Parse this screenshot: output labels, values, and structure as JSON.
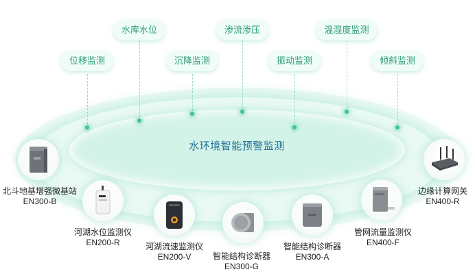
{
  "diagram": {
    "center_title": "水环境智能预警监测",
    "monitoring_tags": [
      {
        "label": "水库水位"
      },
      {
        "label": "渗流渗压"
      },
      {
        "label": "温湿度监测"
      },
      {
        "label": "位移监测"
      },
      {
        "label": "沉降监测"
      },
      {
        "label": "振动监测"
      },
      {
        "label": "倾斜监测"
      }
    ],
    "devices": [
      {
        "name": "北斗地基增强微基站",
        "model": "EN300-B",
        "icon": "gnss-base-station-icon"
      },
      {
        "name": "河湖水位监测仪",
        "model": "EN200-R",
        "icon": "radar-water-level-meter-icon"
      },
      {
        "name": "河湖流速监测仪",
        "model": "EN200-V",
        "icon": "flow-velocity-meter-icon"
      },
      {
        "name": "智能结构诊断器",
        "model": "EN300-G",
        "icon": "round-structure-sensor-icon"
      },
      {
        "name": "智能结构诊断器",
        "model": "EN300-A",
        "icon": "structure-sensor-icon"
      },
      {
        "name": "管网流量监测仪",
        "model": "EN400-F",
        "icon": "pipe-flow-meter-icon"
      },
      {
        "name": "边缘计算网关",
        "model": "EN400-R",
        "icon": "edge-gateway-icon"
      }
    ]
  }
}
